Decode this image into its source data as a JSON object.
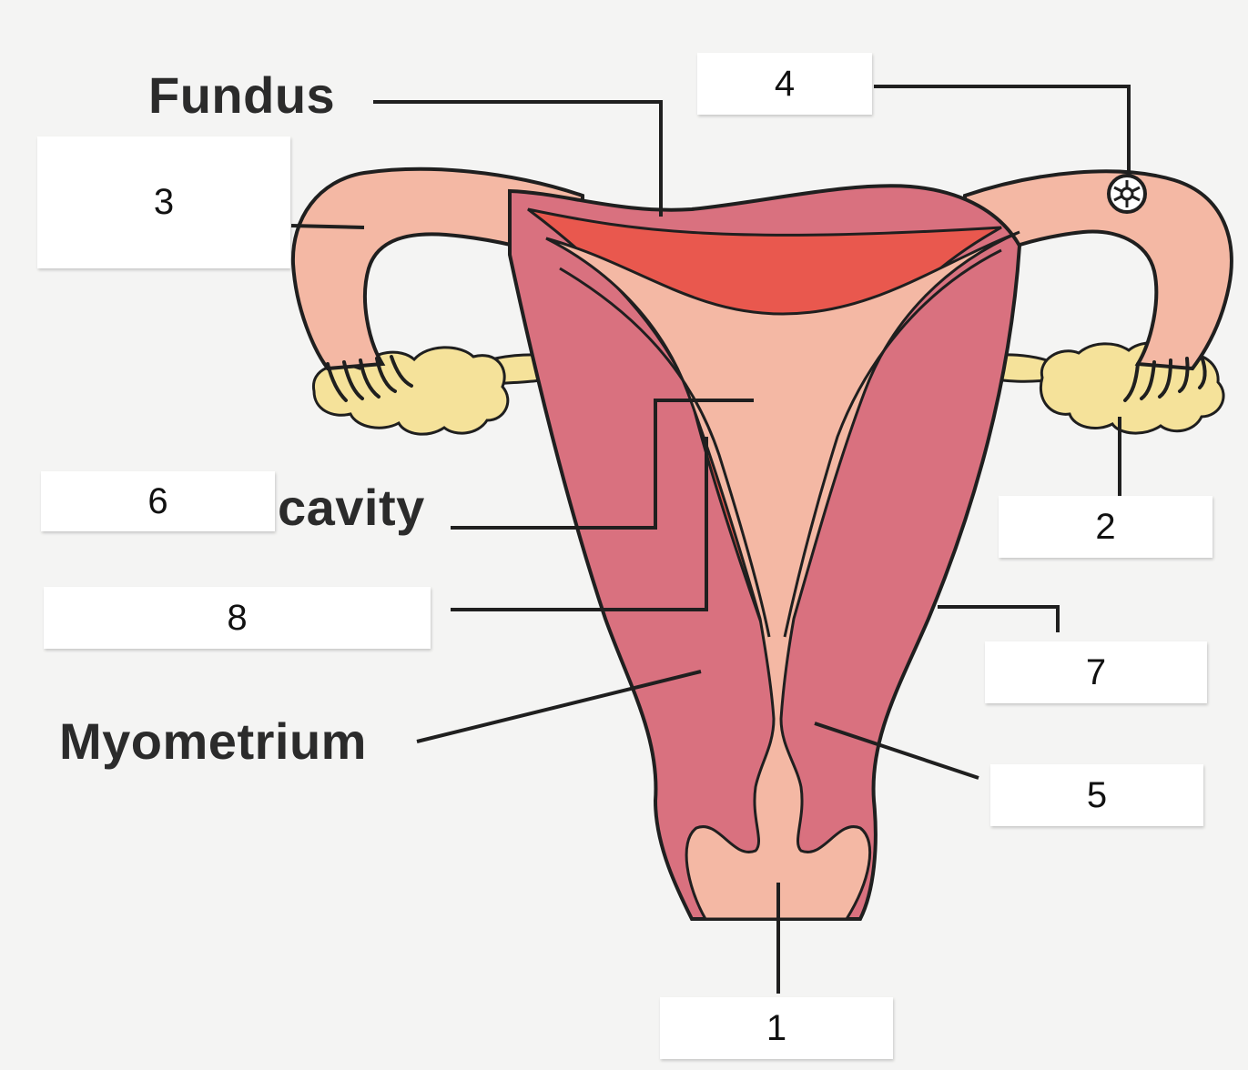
{
  "labels": {
    "fundus": "Fundus",
    "cavity": "cavity",
    "myometrium": "Myometrium"
  },
  "boxes": {
    "b1": "1",
    "b2": "2",
    "b3": "3",
    "b4": "4",
    "b5": "5",
    "b6": "6",
    "b7": "7",
    "b8": "8"
  },
  "colors": {
    "background": "#f4f4f3",
    "myometrium": "#d9717f",
    "endometrium": "#e9584e",
    "cavity": "#f4b8a4",
    "ovary": "#f5e29a",
    "outline": "#1f1f1f"
  }
}
